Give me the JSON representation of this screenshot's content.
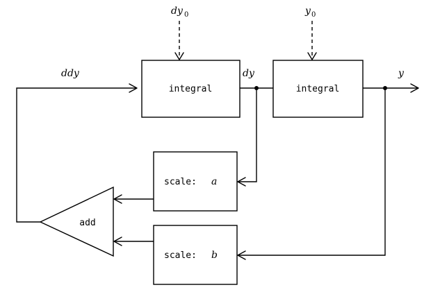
{
  "blocks": {
    "integral_1": "integral",
    "integral_2": "integral",
    "scale_a_prefix": "scale:",
    "scale_a_var": "a",
    "scale_b_prefix": "scale:",
    "scale_b_var": "b",
    "adder": "add"
  },
  "signals": {
    "ddy": "ddy",
    "dy": "dy",
    "y": "y",
    "dy0_base": "dy",
    "dy0_sub": "0",
    "y0_base": "y",
    "y0_sub": "0"
  }
}
